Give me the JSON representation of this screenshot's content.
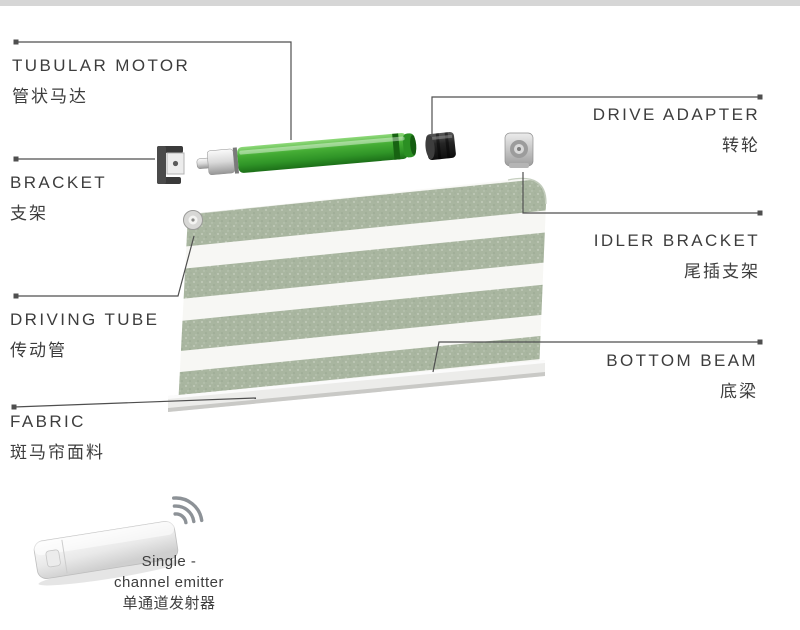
{
  "labels": {
    "tubular_motor": {
      "en": "TUBULAR MOTOR",
      "zh": "管状马达"
    },
    "drive_adapter": {
      "en": "DRIVE ADAPTER",
      "zh": "转轮"
    },
    "bracket": {
      "en": "BRACKET",
      "zh": "支架"
    },
    "idler_bracket": {
      "en": "IDLER BRACKET",
      "zh": "尾插支架"
    },
    "driving_tube": {
      "en": "DRIVING TUBE",
      "zh": "传动管"
    },
    "bottom_beam": {
      "en": "BOTTOM BEAM",
      "zh": "底梁"
    },
    "fabric": {
      "en": "FABRIC",
      "zh": "斑马帘面料"
    },
    "emitter": {
      "line1": "Single -",
      "line2": "channel emitter",
      "zh": "单通道发射器"
    }
  },
  "colors": {
    "stripe_green": "#a9b6a0",
    "stripe_white": "#f7f7f4",
    "motor_green": "#3aa62e",
    "leader_line": "#4f4f4f",
    "text": "#3d3d3d",
    "beam": "#ececea"
  },
  "icons": {
    "wireless_signal": "wireless-signal-icon"
  }
}
